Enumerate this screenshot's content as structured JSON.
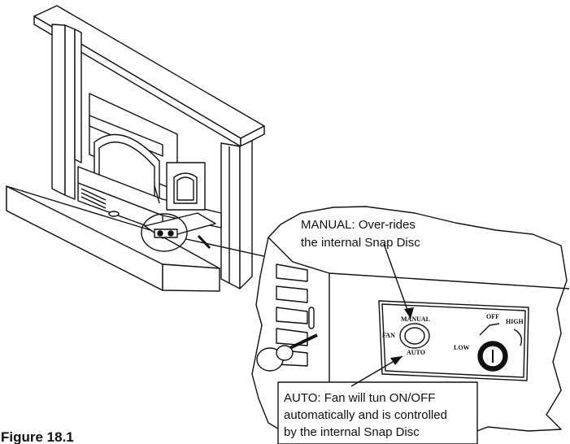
{
  "callouts": {
    "manual_line1": "MANUAL:  Over-rides",
    "manual_line2": "the internal Snap Disc",
    "auto_line1": "AUTO: Fan will tun ON/OFF",
    "auto_line2": "automatically and is controlled",
    "auto_line3": "by the internal Snap Disc"
  },
  "panel": {
    "fan_switch": {
      "label": "FAN",
      "top_position": "MANUAL",
      "bottom_position": "AUTO"
    },
    "speed_knob": {
      "off": "OFF",
      "high": "HIGH",
      "low": "LOW"
    }
  },
  "figure": {
    "caption": "Figure 18.1"
  }
}
